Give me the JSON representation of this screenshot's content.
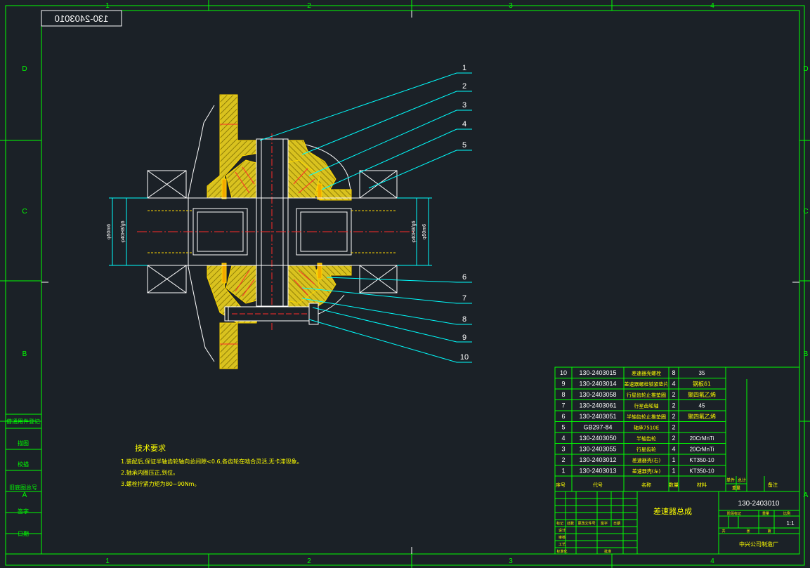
{
  "drawing_number_box": "130-2403010",
  "border": {
    "columns": [
      "1",
      "2",
      "3",
      "4"
    ],
    "rows": [
      "D",
      "C",
      "B",
      "A"
    ]
  },
  "balloons": [
    "1",
    "2",
    "3",
    "4",
    "5",
    "6",
    "7",
    "8",
    "9",
    "10"
  ],
  "dimensions": {
    "left_outer": "φ50m6",
    "left_inner": "φ40H8/g6",
    "right_inner": "φ40H8/g6",
    "right_outer": "φ50m6"
  },
  "notes": {
    "title": "技术要求",
    "items": [
      "1.装配后,保证半轴齿轮轴向总间隙<0.6,各齿轮在啮合灵活,无卡滞现象。",
      "2.轴承内圈压正,到位。",
      "3.螺栓拧紧力矩为80~90Nm。"
    ]
  },
  "bom": {
    "rows": [
      {
        "no": "10",
        "code": "130-2403015",
        "name": "差速器壳螺栓",
        "qty": "8",
        "mat": "35"
      },
      {
        "no": "9",
        "code": "130-2403014",
        "name": "差速器螺栓锁紧垫片",
        "qty": "4",
        "mat": "钢板δ1"
      },
      {
        "no": "8",
        "code": "130-2403058",
        "name": "行星齿轮止推垫圈",
        "qty": "2",
        "mat": "聚四氟乙烯"
      },
      {
        "no": "7",
        "code": "130-2403061",
        "name": "行星齿轮轴",
        "qty": "2",
        "mat": "45"
      },
      {
        "no": "6",
        "code": "130-2403051",
        "name": "半轴齿轮止推垫圈",
        "qty": "2",
        "mat": "聚四氟乙烯"
      },
      {
        "no": "5",
        "code": "GB297-84",
        "name": "轴承7510E",
        "qty": "2",
        "mat": ""
      },
      {
        "no": "4",
        "code": "130-2403050",
        "name": "半轴齿轮",
        "qty": "2",
        "mat": "20CrMnTi"
      },
      {
        "no": "3",
        "code": "130-2403055",
        "name": "行星齿轮",
        "qty": "4",
        "mat": "20CrMnTi"
      },
      {
        "no": "2",
        "code": "130-2403012",
        "name": "差速器壳(右)",
        "qty": "1",
        "mat": "KT350-10"
      },
      {
        "no": "1",
        "code": "130-2403013",
        "name": "差速器壳(左)",
        "qty": "1",
        "mat": "KT350-10"
      }
    ],
    "header": {
      "no": "序号",
      "code": "代号",
      "name": "名称",
      "qty": "数量",
      "mat": "材料",
      "single": "单件",
      "total": "总计",
      "weight": "重量",
      "note": "备注"
    }
  },
  "title_block": {
    "drawing_title": "差速器总成",
    "drawing_no": "130-2403010",
    "scale": "1:1",
    "company": "中兴公司制造厂",
    "labels": [
      "标记",
      "处数",
      "更改文件号",
      "签字",
      "日期",
      "设计",
      "审核",
      "工艺",
      "标准化",
      "批准",
      "阶段标记",
      "重量",
      "比例",
      "共",
      "张",
      "第"
    ]
  },
  "left_strip": [
    "借通用件登记",
    "描图",
    "校描",
    "旧底图总号",
    "签字",
    "日期"
  ]
}
